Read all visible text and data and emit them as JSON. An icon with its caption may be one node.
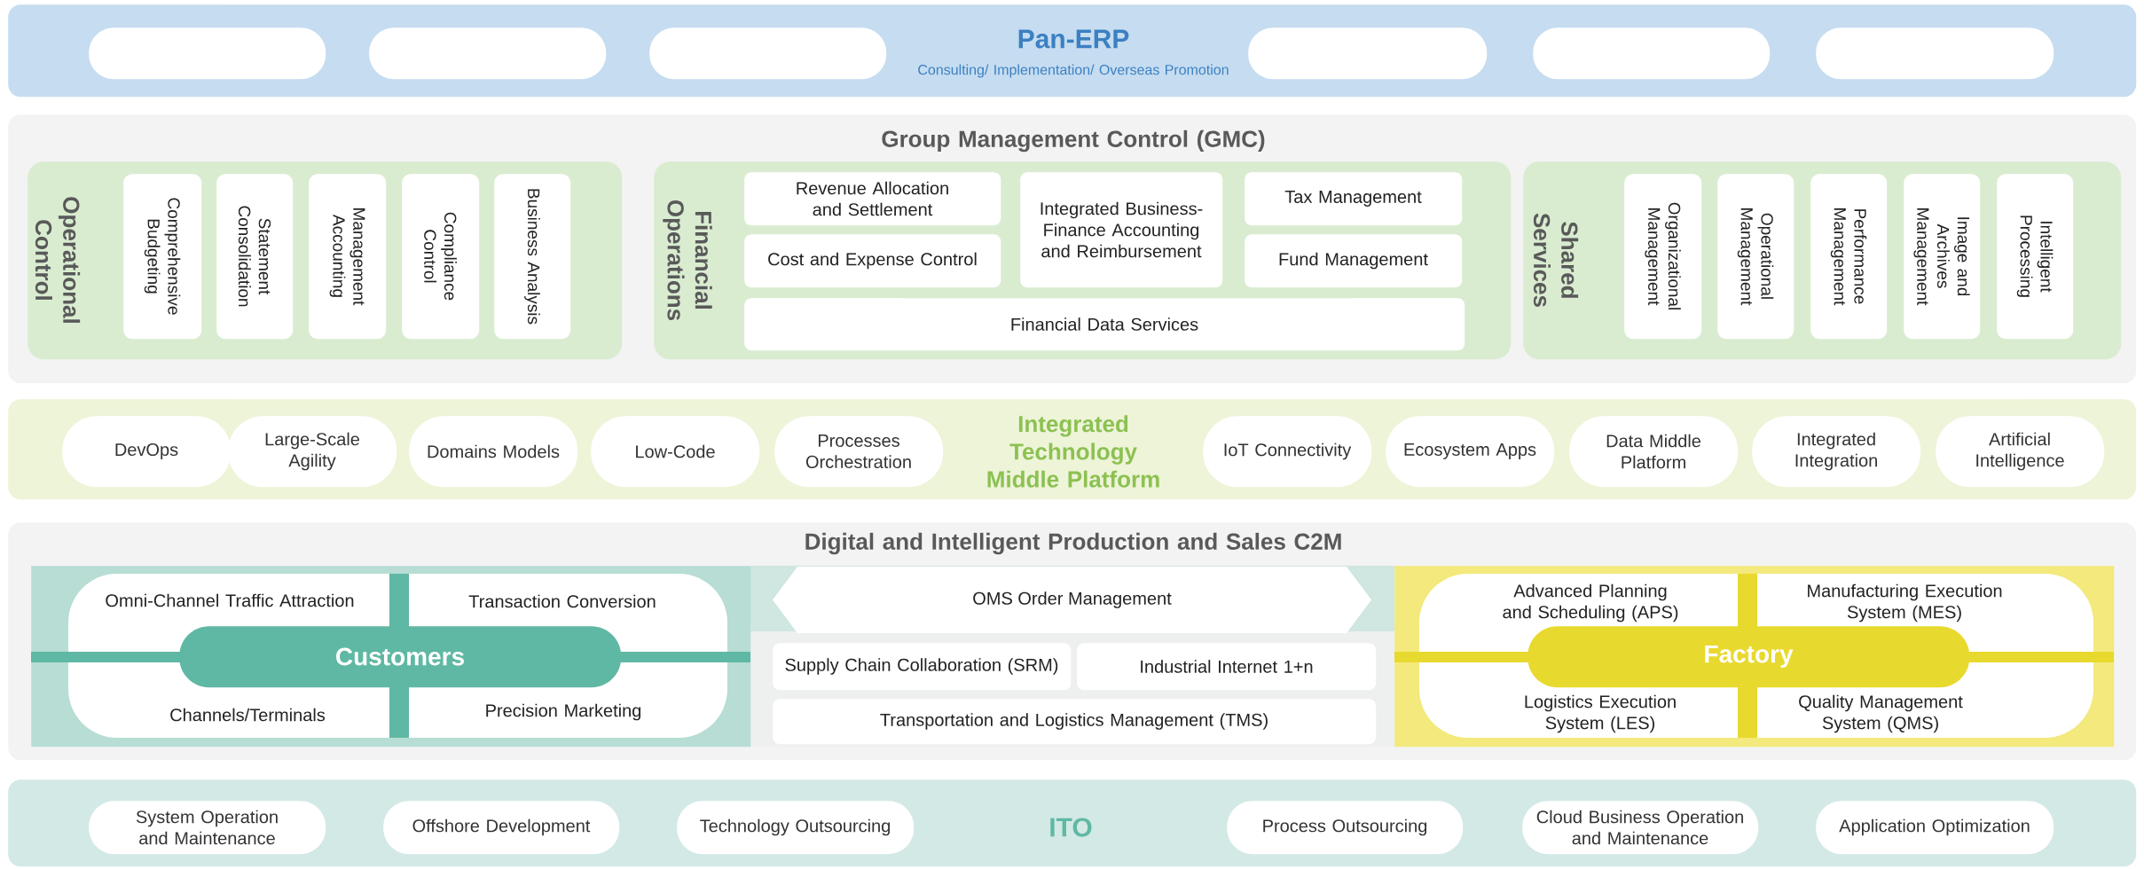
{
  "diagram": {
    "nodes": [
      {
        "text": [
          "Pan-ERP",
          "Consulting/ Implementation/ Overseas Promotion"
        ]
      },
      {
        "text": [],
        "shape": "box",
        "in": 0
      },
      {
        "text": [],
        "shape": "box",
        "in": 0
      },
      {
        "text": [],
        "shape": "box",
        "in": 0
      },
      {
        "text": [],
        "shape": "box",
        "in": 0
      },
      {
        "text": [],
        "shape": "box",
        "in": 0
      },
      {
        "text": [],
        "shape": "box",
        "in": 0
      },
      {
        "text": [
          "Group Management Control (GMC)"
        ]
      },
      {
        "text": [
          "Operational Control"
        ],
        "in": 7
      },
      {
        "text": [
          "Comprehensive Budgeting"
        ],
        "in": 8
      },
      {
        "text": [
          "Statement Consolidation"
        ],
        "in": 8
      },
      {
        "text": [
          "Management Accounting"
        ],
        "in": 8
      },
      {
        "text": [
          "Compliance Control"
        ],
        "in": 8
      },
      {
        "text": [
          "Business Analysis"
        ],
        "in": 8
      },
      {
        "text": [
          "Financial Operations"
        ],
        "in": 7
      },
      {
        "text": [
          "Revenue Allocation and Settlement"
        ],
        "in": 14
      },
      {
        "text": [
          "Integrated Business-Finance Accounting and Reimbursement"
        ],
        "in": 14
      },
      {
        "text": [
          "Tax Management"
        ],
        "in": 14
      },
      {
        "text": [
          "Cost and Expense Control"
        ],
        "in": 14
      },
      {
        "text": [
          "Fund Management"
        ],
        "in": 14
      },
      {
        "text": [
          "Financial Data Services"
        ],
        "in": 14
      },
      {
        "text": [
          "Shared Services"
        ],
        "in": 7
      },
      {
        "text": [
          "Organizational Management"
        ],
        "in": 21
      },
      {
        "text": [
          "Operational Management"
        ],
        "in": 21
      },
      {
        "text": [
          "Performance Management"
        ],
        "in": 21
      },
      {
        "text": [
          "Image and Archives Management"
        ],
        "in": 21
      },
      {
        "text": [
          "Intelligent Processing"
        ],
        "in": 21
      },
      {
        "text": [
          "Integrated Technology Middle Platform"
        ]
      },
      {
        "text": [
          "DevOps"
        ],
        "in": 27
      },
      {
        "text": [
          "Large-Scale Agility"
        ],
        "in": 27
      },
      {
        "text": [
          "Domains Models"
        ],
        "in": 27
      },
      {
        "text": [
          "Low-Code"
        ],
        "in": 27
      },
      {
        "text": [
          "Processes Orchestration"
        ],
        "in": 27
      },
      {
        "text": [
          "IoT Connectivity"
        ],
        "in": 27
      },
      {
        "text": [
          "Ecosystem Apps"
        ],
        "in": 27
      },
      {
        "text": [
          "Data Middle Platform"
        ],
        "in": 27
      },
      {
        "text": [
          "Integrated Integration"
        ],
        "in": 27
      },
      {
        "text": [
          "Artificial Intelligence"
        ],
        "in": 27
      },
      {
        "text": [
          "Digital and Intelligent Production and Sales C2M"
        ]
      },
      {
        "text": [
          "Omni-Channel Traffic Attraction",
          "Transaction Conversion",
          "Channels/Terminals",
          "Precision Marketing"
        ],
        "in": 38
      },
      {
        "text": [
          "Customers"
        ],
        "in": 39
      },
      {
        "text": [
          "OMS Order Management"
        ],
        "in": 38
      },
      {
        "text": [
          "Supply Chain Collaboration (SRM)"
        ],
        "in": 38
      },
      {
        "text": [
          "Industrial Internet 1+n"
        ],
        "in": 38
      },
      {
        "text": [
          "Transportation and Logistics Management (TMS)"
        ],
        "in": 38
      },
      {
        "text": [
          "Advanced Planning and Scheduling (APS)",
          "Manufacturing Execution System (MES)",
          "Logistics Execution System (LES)",
          "Quality Management System (QMS)"
        ],
        "in": 38
      },
      {
        "text": [
          "Factory"
        ],
        "in": 45
      },
      {
        "text": [
          "ITO"
        ]
      },
      {
        "text": [
          "System Operation and Maintenance"
        ],
        "in": 47
      },
      {
        "text": [
          "Offshore Development"
        ],
        "in": 47
      },
      {
        "text": [
          "Technology Outsourcing"
        ],
        "in": 47
      },
      {
        "text": [
          "Process Outsourcing"
        ],
        "in": 47
      },
      {
        "text": [
          "Cloud Business Operation and Maintenance"
        ],
        "in": 47
      },
      {
        "text": [
          "Application Optimization"
        ],
        "in": 47
      }
    ]
  }
}
